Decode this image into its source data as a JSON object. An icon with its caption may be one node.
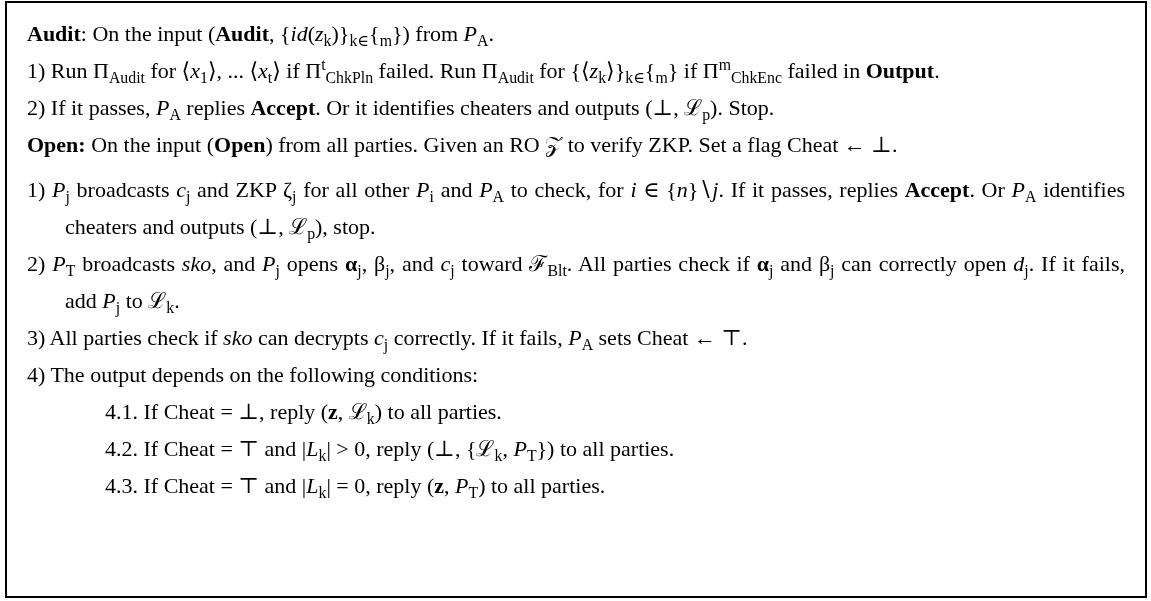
{
  "diagram": {
    "nodes": [
      {
        "text": [
          "**Audit**: On the input (**Audit**, {*id*(*z*$_{k}$)}$_{k∈}${$_{m}$}) from *P*$_{A}$.",
          "1) Run Π$_{Audit}$ for ⟨*x*$_{1}$⟩, ... ⟨*x*$_{t}$⟩ if Π$^{t}$$_{ChkPln}$ failed. Run Π$_{Audit}$ for {⟨*z*$_{k}$⟩}$_{k∈}${$_{m}$} if Π$^{m}$$_{ChkEnc}$ failed in **Output**.",
          "2) If it passes, *P*$_{A}$ replies **Accept**. Or it identifies cheaters and outputs (⊥, ℒ$_{p}$). Stop.",
          "**Open:** On the input (**Open**) from all parties. Given an RO 𝒵 to verify ZKP. Set a flag Cheat ← ⊥.",
          "1) *P*$_{j}$ broadcasts *c*$_{j}$ and ZKP ζ$_{j}$ for all other *P*$_{i}$ and *P*$_{A}$ to check, for *i* ∈ {*n*}∖*j*. If it passes, replies **Accept**. Or *P*$_{A}$ identifies cheaters and outputs (⊥, ℒ$_{p}$), stop.",
          "2) *P*$_{T}$ broadcasts *sko*, and *P*$_{j}$ opens **α**$_{j}$, β$_{j}$, and *c*$_{j}$ toward ℱ$_{Blt}$. All parties check if **α**$_{j}$ and β$_{j}$ can correctly open *d*$_{j}$. If it fails, add *P*$_{j}$ to ℒ$_{k}$.",
          "3) All parties check if *sko* can decrypts *c*$_{j}$ correctly. If it fails, *P*$_{A}$ sets Cheat ← ⊤.",
          "4) The output depends on the following conditions:",
          "4.1. If Cheat = ⊥, reply (**z**, ℒ$_{k}$) to all parties.",
          "4.2. If Cheat = ⊤ and |*L*$_{k}$| > 0, reply (⊥, {ℒ$_{k}$, *P*$_{T}$}) to all parties.",
          "4.3. If Cheat = ⊤ and |*L*$_{k}$| = 0, reply (**z**, *P*$_{T}$) to all parties."
        ]
      }
    ]
  }
}
